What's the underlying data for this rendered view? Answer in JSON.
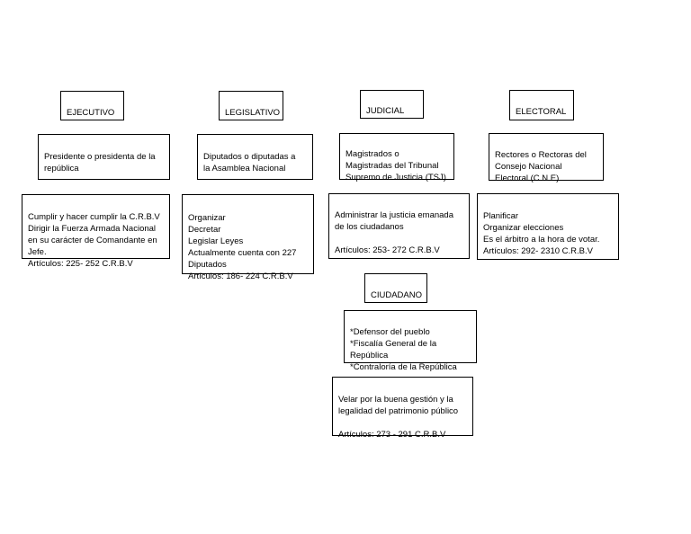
{
  "branches": {
    "ejecutivo": {
      "title": "EJECUTIVO",
      "holder": "Presidente o presidenta de la\nrepública",
      "functions": "Cumplir y hacer cumplir la C.R.B.V\nDirigir la Fuerza Armada Nacional\nen su carácter de Comandante en\nJefe.\nArtículos: 225- 252 C.R.B.V"
    },
    "legislativo": {
      "title": "LEGISLATIVO",
      "holder": "Diputados o diputadas a\nla Asamblea Nacional",
      "functions": "Organizar\nDecretar\nLegislar Leyes\nActualmente cuenta con 227\nDiputados\nArtículos: 186- 224 C.R.B.V"
    },
    "judicial": {
      "title": "JUDICIAL",
      "holder": "Magistrados o\nMagistradas del Tribunal\nSupremo de Justicia (TSJ)",
      "functions": "Administrar la justicia emanada\nde los ciudadanos\n\nArtículos: 253- 272 C.R.B.V"
    },
    "electoral": {
      "title": "ELECTORAL",
      "holder": "Rectores o Rectoras del\nConsejo Nacional\nElectoral  (C.N.E)",
      "functions": "Planificar\nOrganizar elecciones\nEs el árbitro a la hora de votar.\nArtículos: 292- 2310 C.R.B.V"
    },
    "ciudadano": {
      "title": "CIUDADANO",
      "holder": "*Defensor del pueblo\n*Fiscalía General de la\nRepública\n*Contraloría de la República",
      "functions": "Velar por la buena gestión y la\nlegalidad del patrimonio público\n\nArtículos: 273 - 291 C.R.B.V"
    }
  }
}
